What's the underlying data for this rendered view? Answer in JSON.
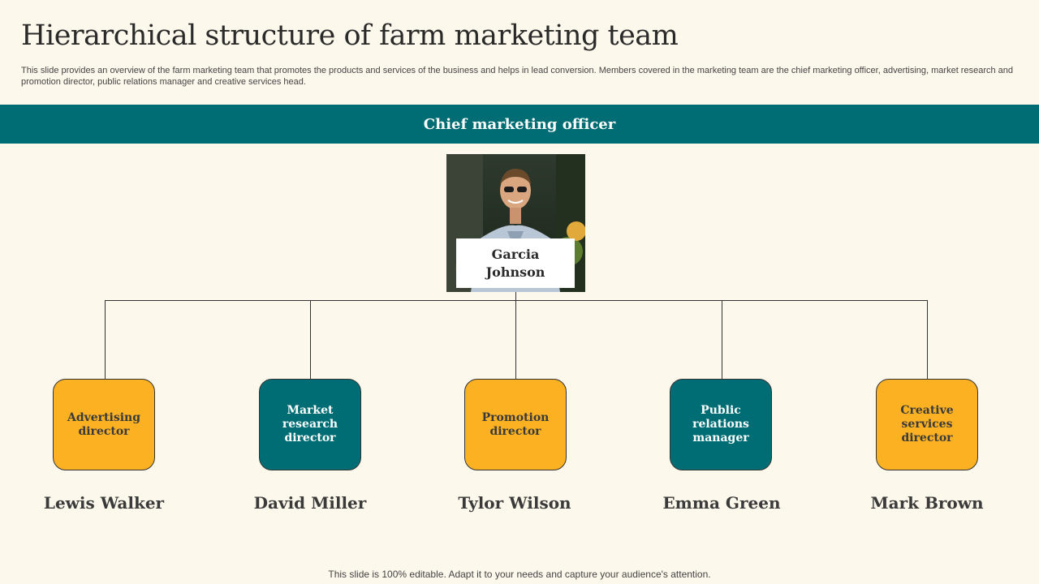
{
  "header": {
    "title": "Hierarchical structure of farm marketing team",
    "subtitle": "This slide provides an overview of the farm marketing team that promotes the products and services of the business and helps in lead conversion. Members covered in the marketing team are the chief marketing officer, advertising, market research and promotion director, public relations manager and creative services head."
  },
  "chief": {
    "role": "Chief marketing officer",
    "name_line1": "Garcia",
    "name_line2": "Johnson"
  },
  "team": [
    {
      "role": "Advertising director",
      "name": "Lewis Walker"
    },
    {
      "role": "Market research director",
      "name": "David Miller"
    },
    {
      "role": "Promotion director",
      "name": "Tylor Wilson"
    },
    {
      "role": "Public relations manager",
      "name": "Emma Green"
    },
    {
      "role": "Creative services director",
      "name": "Mark Brown"
    }
  ],
  "footer": "This slide is 100% editable. Adapt it to your needs and capture your audience's attention.",
  "colors": {
    "teal": "#006d74",
    "orange": "#fbb122",
    "background": "#fdf8ec"
  }
}
